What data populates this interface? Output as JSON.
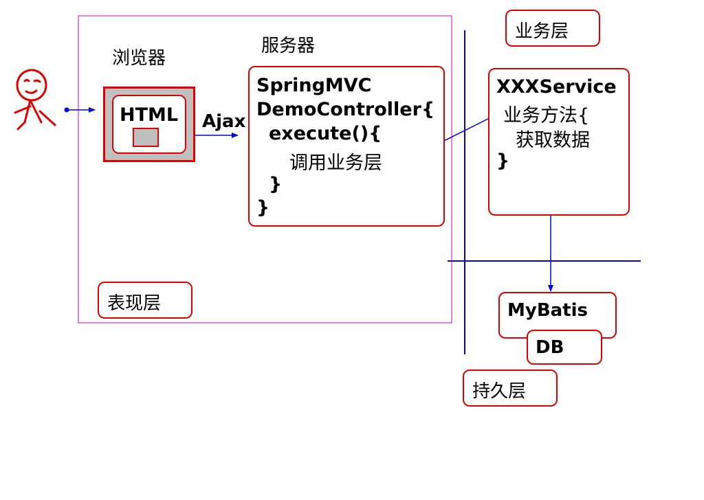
{
  "labels": {
    "browser": "浏览器",
    "server": "服务器",
    "presentation_layer": "表现层",
    "business_layer": "业务层",
    "persistence_layer": "持久层",
    "html": "HTML",
    "ajax": "Ajax"
  },
  "controller": {
    "line1": "SpringMVC",
    "line2": "DemoController{",
    "line3": "execute(){",
    "line4": "调用业务层",
    "line5": "}",
    "line6": "}"
  },
  "service": {
    "line1": "XXXService",
    "line2": "业务方法{",
    "line3": "获取数据",
    "line4": "}"
  },
  "persistence": {
    "mybatis": "MyBatis",
    "db": "DB"
  },
  "colors": {
    "box_border": "#e00000",
    "arrow": "#0000e0",
    "frame": "#cc00cc",
    "html_fill": "#c0c0c0",
    "stickman": "#e00000"
  }
}
